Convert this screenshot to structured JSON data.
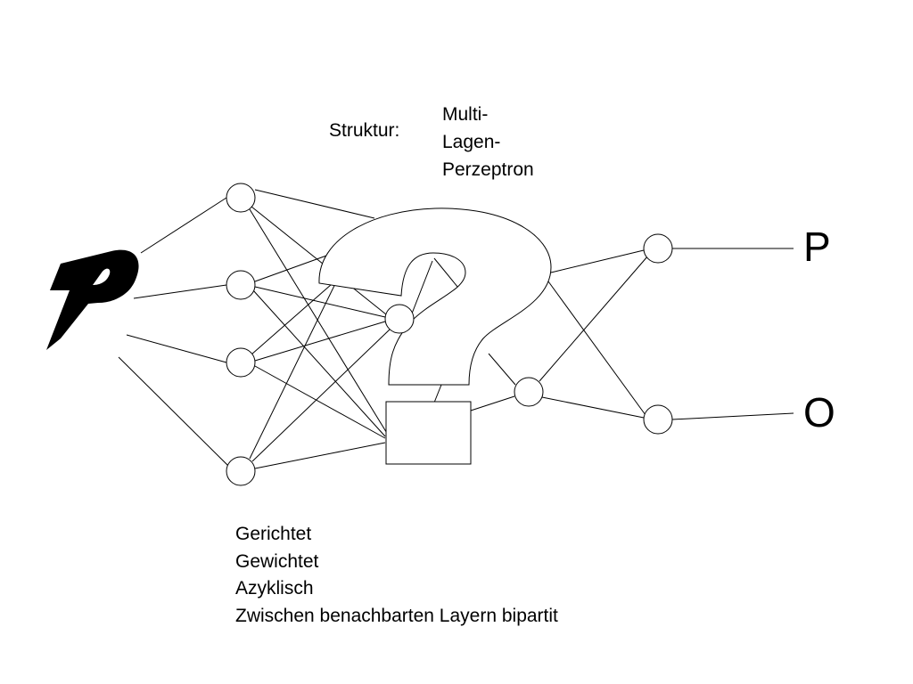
{
  "structure": {
    "label": "Struktur:",
    "value_lines": [
      "Multi-",
      "Lagen-",
      "Perzeptron"
    ]
  },
  "properties": [
    "Gerichtet",
    "Gewichtet",
    "Azyklisch",
    "Zwischen benachbarten Layern bipartit"
  ],
  "outputs": {
    "top": "P",
    "bottom": "O"
  },
  "input_logo": "P",
  "center_symbol": "?",
  "colors": {
    "background": "#ffffff",
    "ink": "#000000"
  }
}
